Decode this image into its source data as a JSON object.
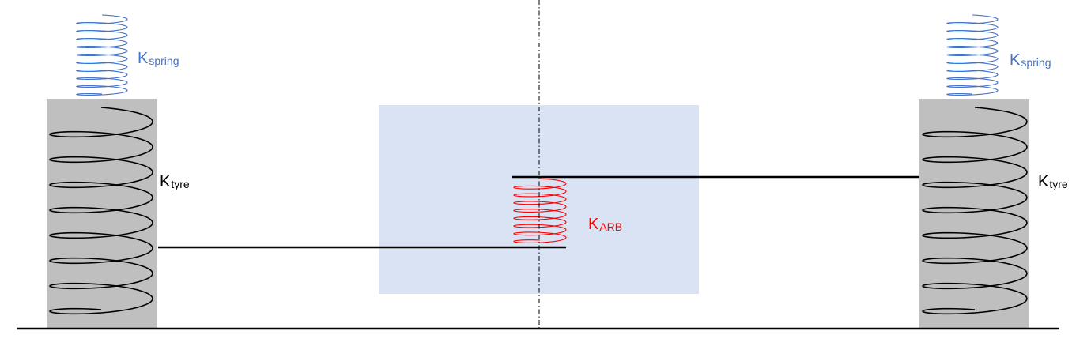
{
  "colors": {
    "background": "#ffffff",
    "tyre_block": "#bfbfbf",
    "chassis_block": "#dae3f3",
    "spring_blue": "#4472c4",
    "spring_black": "#000000",
    "arb_red": "#ff0000",
    "axis": "#000000"
  },
  "labels": {
    "left_spring": {
      "main": "K",
      "sub": "spring"
    },
    "right_spring": {
      "main": "K",
      "sub": "spring"
    },
    "left_tyre": {
      "main": "K",
      "sub": "tyre"
    },
    "right_tyre": {
      "main": "K",
      "sub": "tyre"
    },
    "arb": {
      "main": "K",
      "sub": "ARB"
    }
  },
  "icons": {
    "springs": "helical-coil-icon",
    "centerline": "dashed-centerline"
  }
}
